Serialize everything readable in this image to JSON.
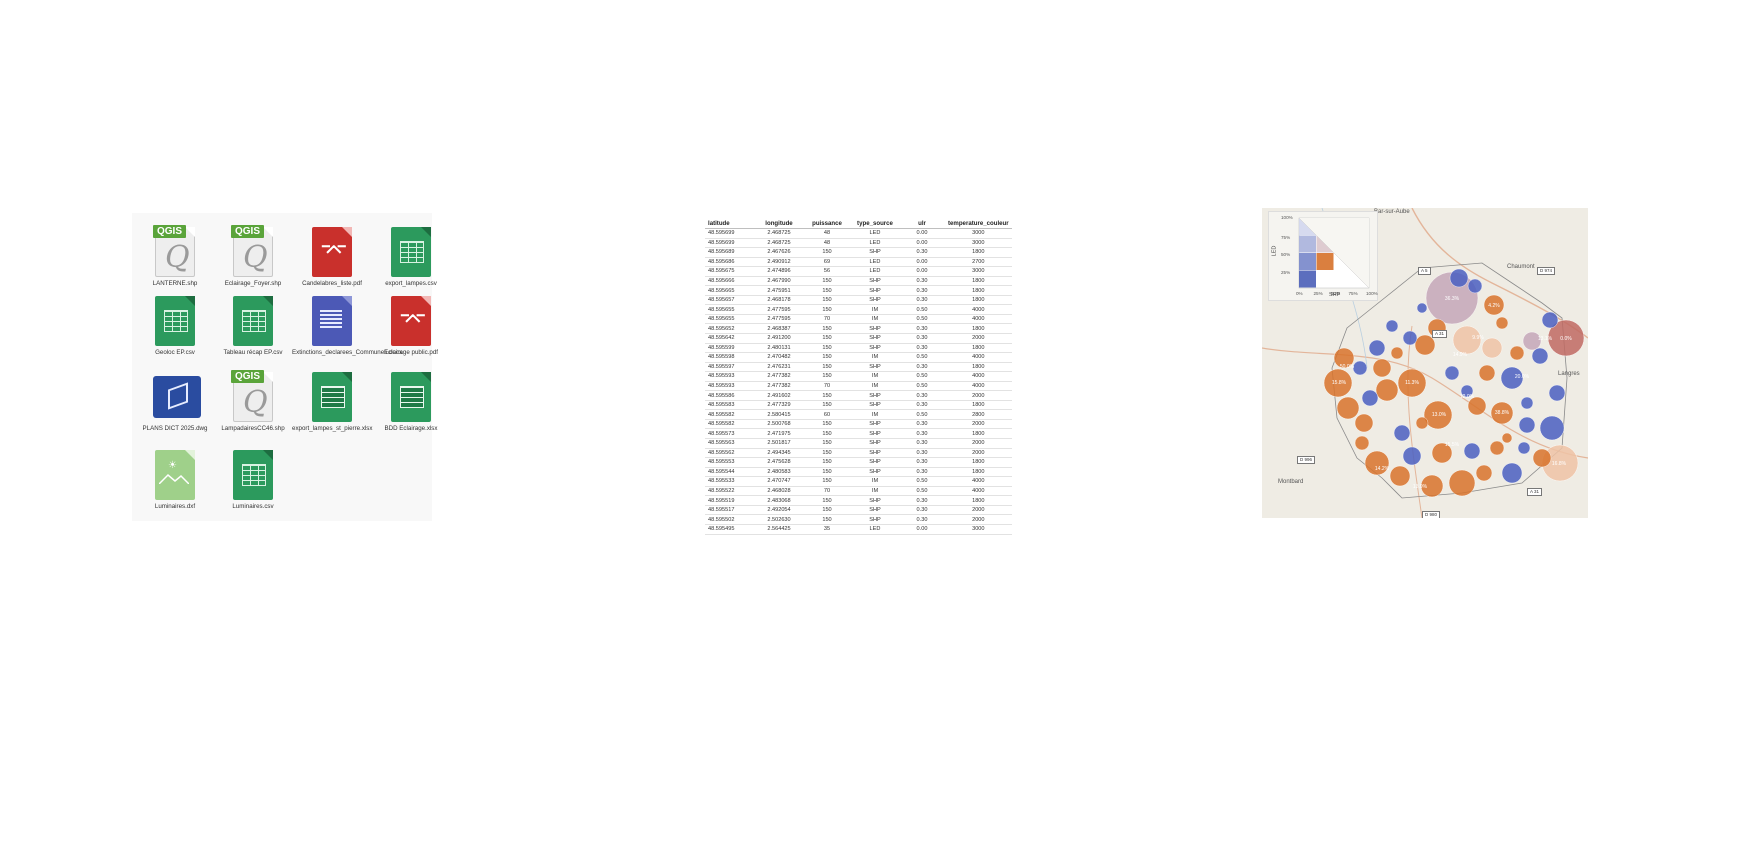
{
  "files": [
    {
      "name": "LANTERNE.shp",
      "type": "qgis",
      "badge": "QGIS"
    },
    {
      "name": "Eclairage_Foyer.shp",
      "type": "qgis",
      "badge": "QGIS"
    },
    {
      "name": "Candelabres_liste.pdf",
      "type": "pdf"
    },
    {
      "name": "export_lampes.csv",
      "type": "csv"
    },
    {
      "name": "Geoloc EP.csv",
      "type": "csv"
    },
    {
      "name": "Tableau récap EP.csv",
      "type": "csv"
    },
    {
      "name": "Extinctions_declarees_Communes.docx",
      "type": "docx"
    },
    {
      "name": "Eclairage public.pdf",
      "type": "pdf"
    },
    {
      "name": "PLANS DICT 2025.dwg",
      "type": "dwg"
    },
    {
      "name": "LampadairesCC46.shp",
      "type": "qgis",
      "badge": "QGIS"
    },
    {
      "name": "export_lampes_st_pierre.xlsx",
      "type": "xlsx"
    },
    {
      "name": "BDD Eclairage.xlsx",
      "type": "xlsx"
    },
    {
      "name": "Luminaires.dxf",
      "type": "dxf"
    },
    {
      "name": "Luminaires.csv",
      "type": "csv"
    }
  ],
  "table": {
    "columns": [
      "latitude",
      "longitude",
      "puissance",
      "type_source",
      "ulr",
      "temperature_couleur"
    ],
    "rows": [
      [
        "48.595699",
        "2.468725",
        "48",
        "LED",
        "0.00",
        "3000"
      ],
      [
        "48.595699",
        "2.468725",
        "48",
        "LED",
        "0.00",
        "3000"
      ],
      [
        "48.595689",
        "2.467626",
        "150",
        "SHP",
        "0.30",
        "1800"
      ],
      [
        "48.595686",
        "2.490912",
        "69",
        "LED",
        "0.00",
        "2700"
      ],
      [
        "48.595675",
        "2.474896",
        "56",
        "LED",
        "0.00",
        "3000"
      ],
      [
        "48.595666",
        "2.467990",
        "150",
        "SHP",
        "0.30",
        "1800"
      ],
      [
        "48.595665",
        "2.475951",
        "150",
        "SHP",
        "0.30",
        "1800"
      ],
      [
        "48.595657",
        "2.468178",
        "150",
        "SHP",
        "0.30",
        "1800"
      ],
      [
        "48.595655",
        "2.477595",
        "150",
        "IM",
        "0.50",
        "4000"
      ],
      [
        "48.595655",
        "2.477595",
        "70",
        "IM",
        "0.50",
        "4000"
      ],
      [
        "48.595652",
        "2.468387",
        "150",
        "SHP",
        "0.30",
        "1800"
      ],
      [
        "48.595642",
        "2.491200",
        "150",
        "SHP",
        "0.30",
        "2000"
      ],
      [
        "48.595599",
        "2.480131",
        "150",
        "SHP",
        "0.30",
        "1800"
      ],
      [
        "48.595598",
        "2.470482",
        "150",
        "IM",
        "0.50",
        "4000"
      ],
      [
        "48.595597",
        "2.476231",
        "150",
        "SHP",
        "0.30",
        "1800"
      ],
      [
        "48.595593",
        "2.477382",
        "150",
        "IM",
        "0.50",
        "4000"
      ],
      [
        "48.595593",
        "2.477382",
        "70",
        "IM",
        "0.50",
        "4000"
      ],
      [
        "48.595586",
        "2.491602",
        "150",
        "SHP",
        "0.30",
        "2000"
      ],
      [
        "48.595583",
        "2.477329",
        "150",
        "SHP",
        "0.30",
        "1800"
      ],
      [
        "48.595582",
        "2.580415",
        "60",
        "IM",
        "0.50",
        "2800"
      ],
      [
        "48.595582",
        "2.500768",
        "150",
        "SHP",
        "0.30",
        "2000"
      ],
      [
        "48.595573",
        "2.471975",
        "150",
        "SHP",
        "0.30",
        "1800"
      ],
      [
        "48.595563",
        "2.501817",
        "150",
        "SHP",
        "0.30",
        "2000"
      ],
      [
        "48.595562",
        "2.494345",
        "150",
        "SHP",
        "0.30",
        "2000"
      ],
      [
        "48.595553",
        "2.475628",
        "150",
        "SHP",
        "0.30",
        "1800"
      ],
      [
        "48.595544",
        "2.480583",
        "150",
        "SHP",
        "0.30",
        "1800"
      ],
      [
        "48.595533",
        "2.470747",
        "150",
        "IM",
        "0.50",
        "4000"
      ],
      [
        "48.595522",
        "2.468028",
        "70",
        "IM",
        "0.50",
        "4000"
      ],
      [
        "48.595519",
        "2.483068",
        "150",
        "SHP",
        "0.30",
        "1800"
      ],
      [
        "48.595517",
        "2.492054",
        "150",
        "SHP",
        "0.30",
        "2000"
      ],
      [
        "48.595502",
        "2.502630",
        "150",
        "SHP",
        "0.30",
        "2000"
      ],
      [
        "48.595495",
        "2.564425",
        "35",
        "LED",
        "0.00",
        "3000"
      ]
    ]
  },
  "map": {
    "legend": {
      "y_title": "LED",
      "x_title": "SHP",
      "y_ticks": [
        "100%",
        "75%",
        "50%",
        "25%"
      ],
      "x_ticks": [
        "0%",
        "25%",
        "50%",
        "75%",
        "100%"
      ]
    },
    "places": [
      "Bar-sur-Aube",
      "Chaumont",
      "Langres",
      "Montbard"
    ],
    "roads": [
      "A 5",
      "A 31",
      "D 996",
      "A 31",
      "D 980",
      "D 974"
    ],
    "bubble_labels": [
      "36.3%",
      "4.2%",
      "9.9%",
      "14.9%",
      "13.1%",
      "0.0%",
      "50.0%",
      "15.8%",
      "11.3%",
      "13.0%",
      "12.0%",
      "15.5%",
      "16.8%",
      "13.9%",
      "14.2%",
      "38.8%",
      "20.0%"
    ],
    "colors": {
      "led": "#4a5fc1",
      "shp": "#d8732c",
      "mix": "#c4a7b9",
      "light_shp": "#efc3a6",
      "border": "#8a8a8a"
    }
  }
}
